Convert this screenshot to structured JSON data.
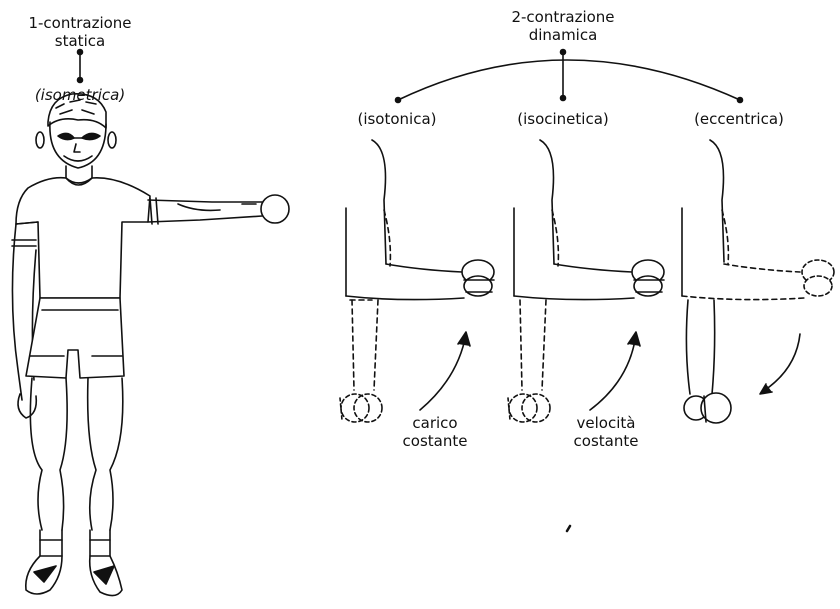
{
  "static": {
    "title_line1": "1-contrazione",
    "title_line2": "statica",
    "subtitle": "(isometrica)"
  },
  "dynamic": {
    "title_line1": "2-contrazione",
    "title_line2": "dinamica",
    "types": [
      {
        "label": "(isotonica)",
        "note_line1": "carico",
        "note_line2": "costante"
      },
      {
        "label": "(isocinetica)",
        "note_line1": "velocità",
        "note_line2": "costante"
      },
      {
        "label": "(eccentrica)",
        "note_line1": "",
        "note_line2": ""
      }
    ]
  },
  "colors": {
    "ink": "#111111",
    "background": "#ffffff"
  }
}
